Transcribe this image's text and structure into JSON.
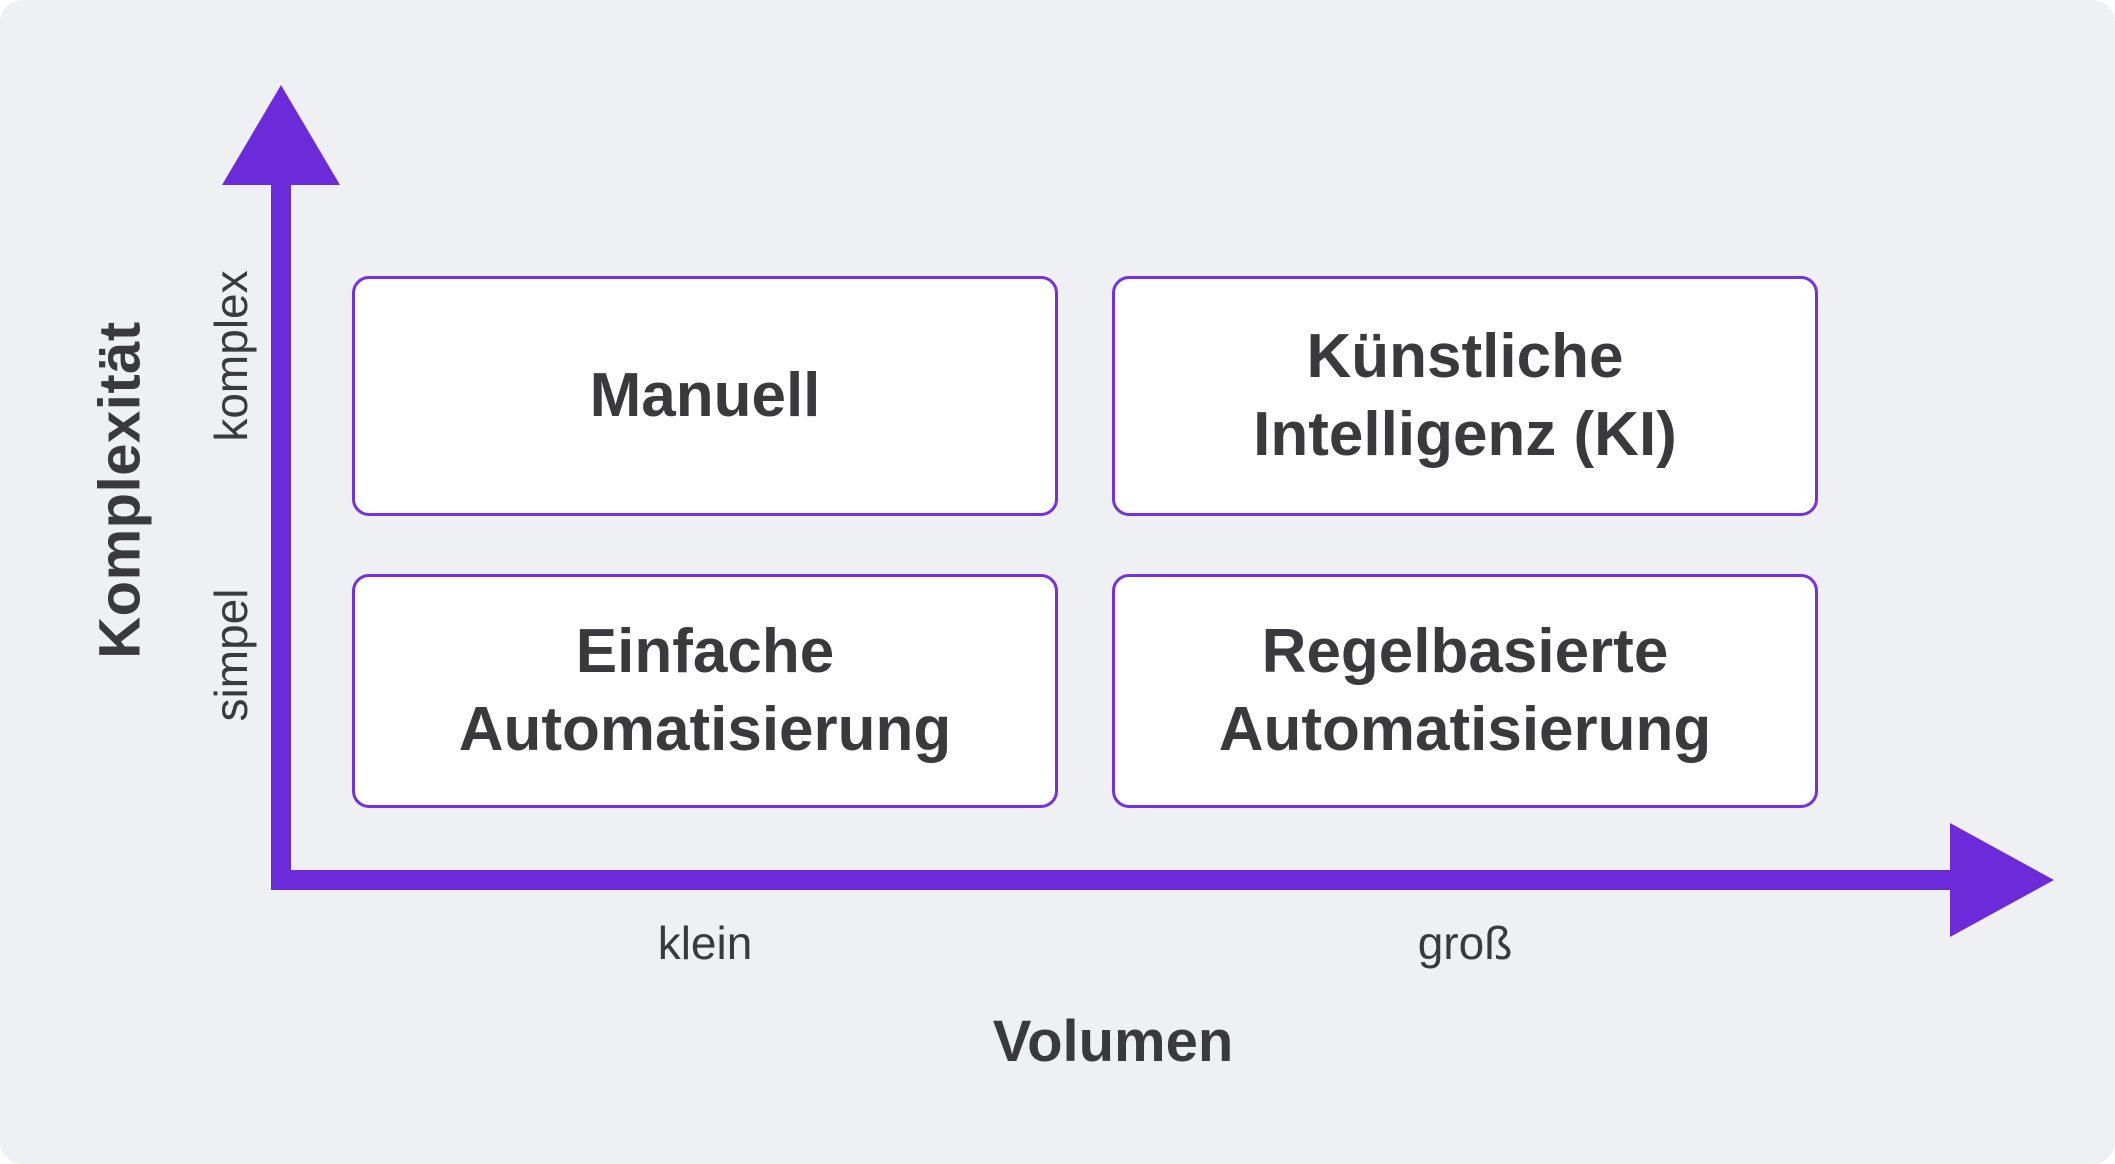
{
  "colors": {
    "accent_purple": "#6c2bd8",
    "box_border": "#7431e2",
    "box_background": "#ffffff",
    "canvas_background": "#eff0f3",
    "text_dark": "#3a3a3c"
  },
  "y_axis": {
    "title": "Komplexität",
    "labels": {
      "top": "komplex",
      "bottom": "simpel"
    }
  },
  "x_axis": {
    "title": "Volumen",
    "labels": {
      "left": "klein",
      "right": "groß"
    }
  },
  "matrix": {
    "quadrants": [
      {
        "position": "top-left",
        "complexity": "komplex",
        "volume": "klein",
        "label": "Manuell",
        "lines": [
          "Manuell"
        ]
      },
      {
        "position": "top-right",
        "complexity": "komplex",
        "volume": "groß",
        "label": "Künstliche Intelligenz (KI)",
        "lines": [
          "Künstliche",
          "Intelligenz (KI)"
        ]
      },
      {
        "position": "bottom-left",
        "complexity": "simpel",
        "volume": "klein",
        "label": "Einfache Automatisierung",
        "lines": [
          "Einfache",
          "Automatisierung"
        ]
      },
      {
        "position": "bottom-right",
        "complexity": "simpel",
        "volume": "groß",
        "label": "Regelbasierte Automatisierung",
        "lines": [
          "Regelbasierte",
          "Automatisierung"
        ]
      }
    ]
  }
}
